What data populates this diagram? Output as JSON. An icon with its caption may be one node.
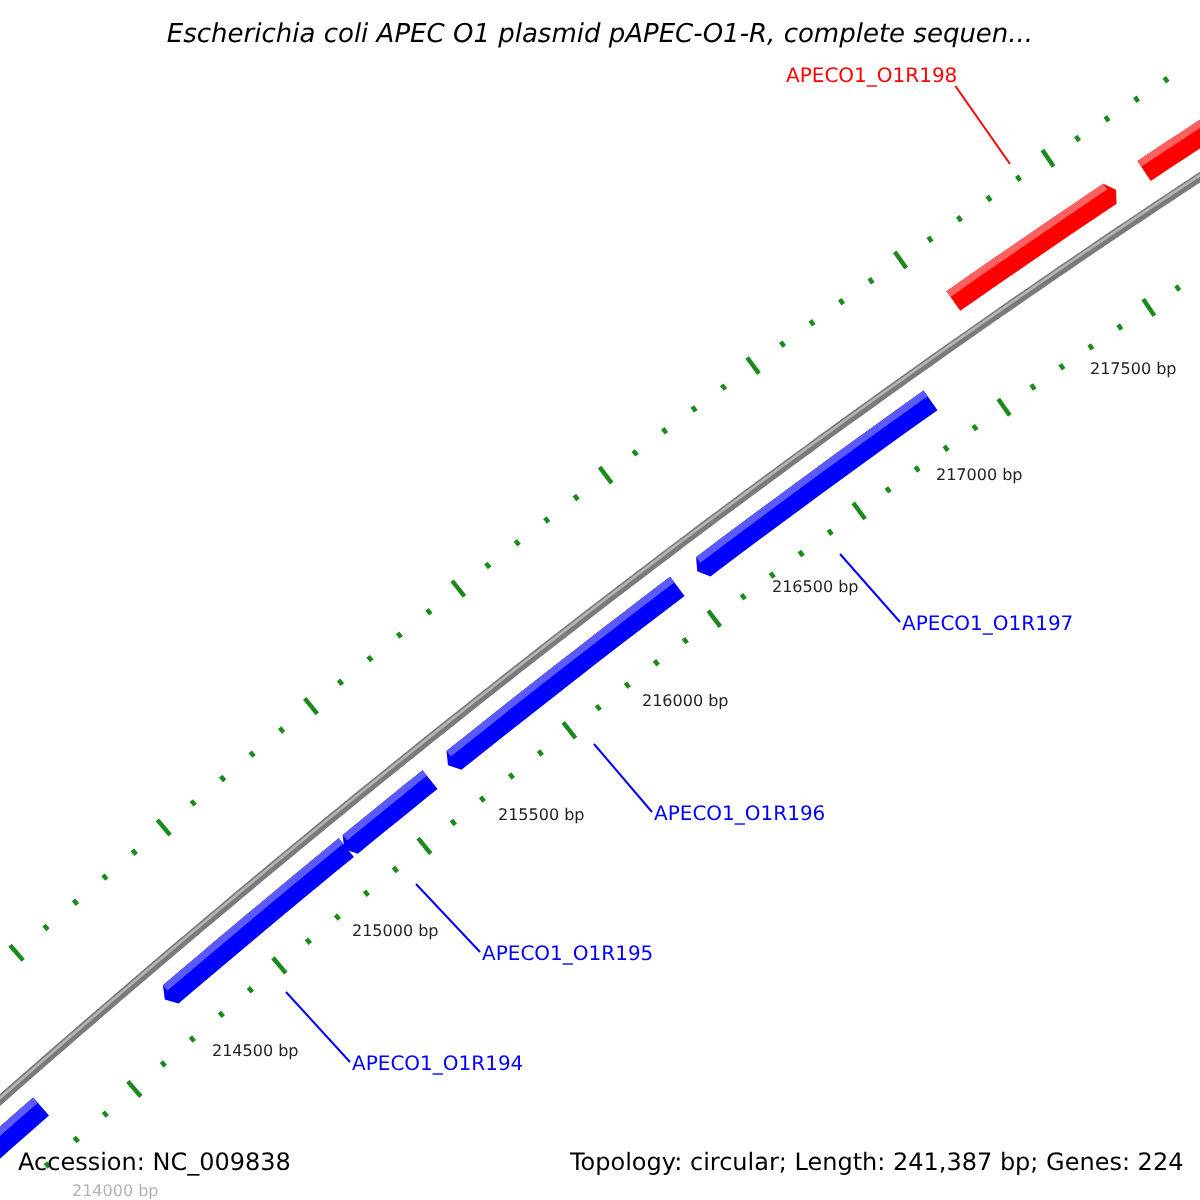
{
  "diagram": {
    "title": "Escherichia coli APEC O1 plasmid pAPEC-O1-R, complete sequen...",
    "nodes": [
      {
        "text": [
          "APECO1_O1R198"
        ]
      },
      {
        "text": [
          "APECO1_O1R197"
        ]
      },
      {
        "text": [
          "APECO1_O1R196"
        ]
      },
      {
        "text": [
          "APECO1_O1R195"
        ]
      },
      {
        "text": [
          "APECO1_O1R194"
        ]
      }
    ],
    "edges": [
      {
        "from": 0,
        "to": null,
        "arrow": "none",
        "color": "#ff0000"
      },
      {
        "from": 1,
        "to": null,
        "arrow": "none"
      },
      {
        "from": 2,
        "to": null,
        "arrow": "none"
      },
      {
        "from": 3,
        "to": null,
        "arrow": "none"
      },
      {
        "from": 4,
        "to": null,
        "arrow": "none"
      }
    ],
    "labels": [
      "217500 bp",
      "217000 bp",
      "216500 bp",
      "216000 bp",
      "215500 bp",
      "215000 bp",
      "214500 bp",
      "214000 bp",
      "Accession: NC_009838",
      "Topology: circular; Length: 241,387 bp; Genes: 224"
    ]
  }
}
